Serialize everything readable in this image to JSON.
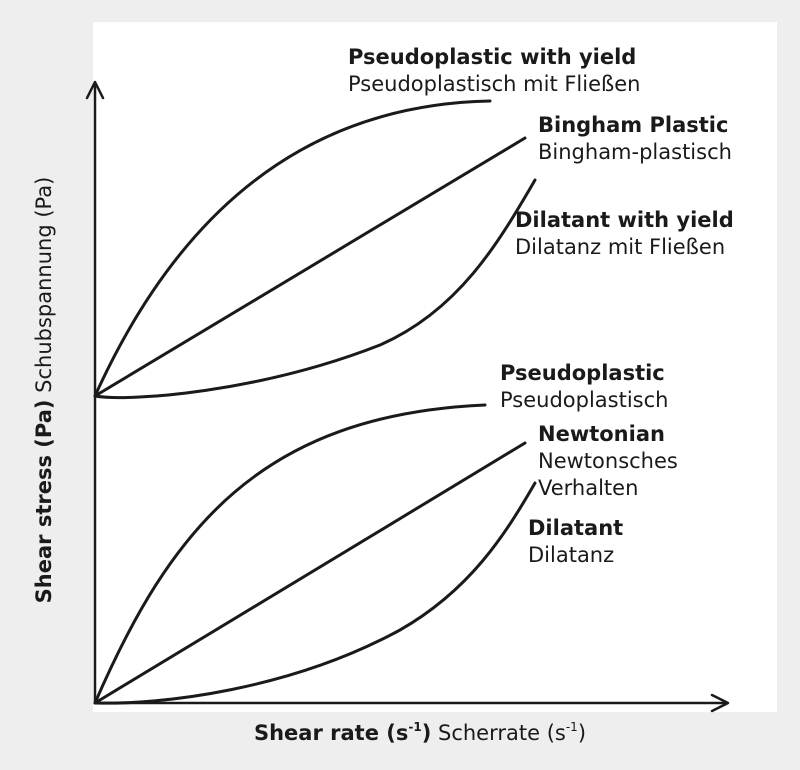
{
  "axes": {
    "x": {
      "label_bold": "Shear rate (s",
      "label_bold_sup": "-1",
      "label_bold_close": ")",
      "label_normal": "Scherrate (s",
      "label_normal_sup": "-1",
      "label_normal_close": ")"
    },
    "y": {
      "label_bold": "Shear stress (Pa)",
      "label_normal": "Schubspannung (Pa)"
    }
  },
  "curves": [
    {
      "id": "pseudoplastic-yield",
      "en": "Pseudoplastic with yield",
      "de": "Pseudoplastisch mit Fließen"
    },
    {
      "id": "bingham",
      "en": "Bingham Plastic",
      "de": "Bingham-plastisch"
    },
    {
      "id": "dilatant-yield",
      "en": "Dilatant with yield",
      "de": "Dilatanz mit Fließen"
    },
    {
      "id": "pseudoplastic",
      "en": "Pseudoplastic",
      "de": "Pseudoplastisch"
    },
    {
      "id": "newtonian",
      "en": "Newtonian",
      "de": "Newtonsches",
      "de2": "Verhalten"
    },
    {
      "id": "dilatant",
      "en": "Dilatant",
      "de": "Dilatanz"
    }
  ]
}
